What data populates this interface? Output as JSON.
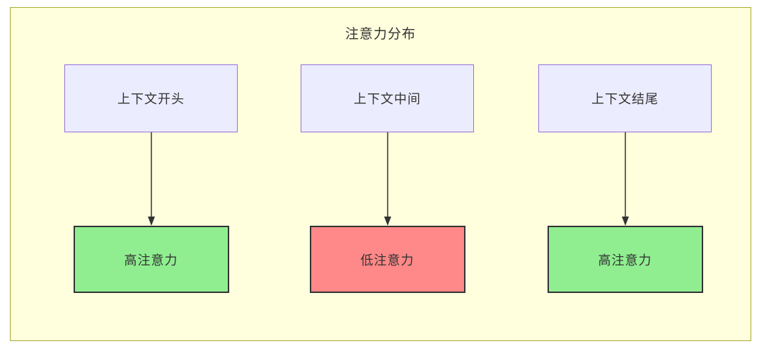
{
  "diagram": {
    "title": "注意力分布",
    "colors": {
      "canvas_background": "#ffffde",
      "canvas_border": "#aaaa33",
      "top_node_background": "#ececff",
      "top_node_border": "#9370db",
      "high_attention_background": "#90ee90",
      "low_attention_background": "#ff8888",
      "bottom_node_border": "#333333",
      "arrow_color": "#333333",
      "text_color": "#333333"
    },
    "columns": [
      {
        "top": "上下文开头",
        "bottom": "高注意力",
        "variant": "high"
      },
      {
        "top": "上下文中间",
        "bottom": "低注意力",
        "variant": "low"
      },
      {
        "top": "上下文结尾",
        "bottom": "高注意力",
        "variant": "high"
      }
    ]
  }
}
